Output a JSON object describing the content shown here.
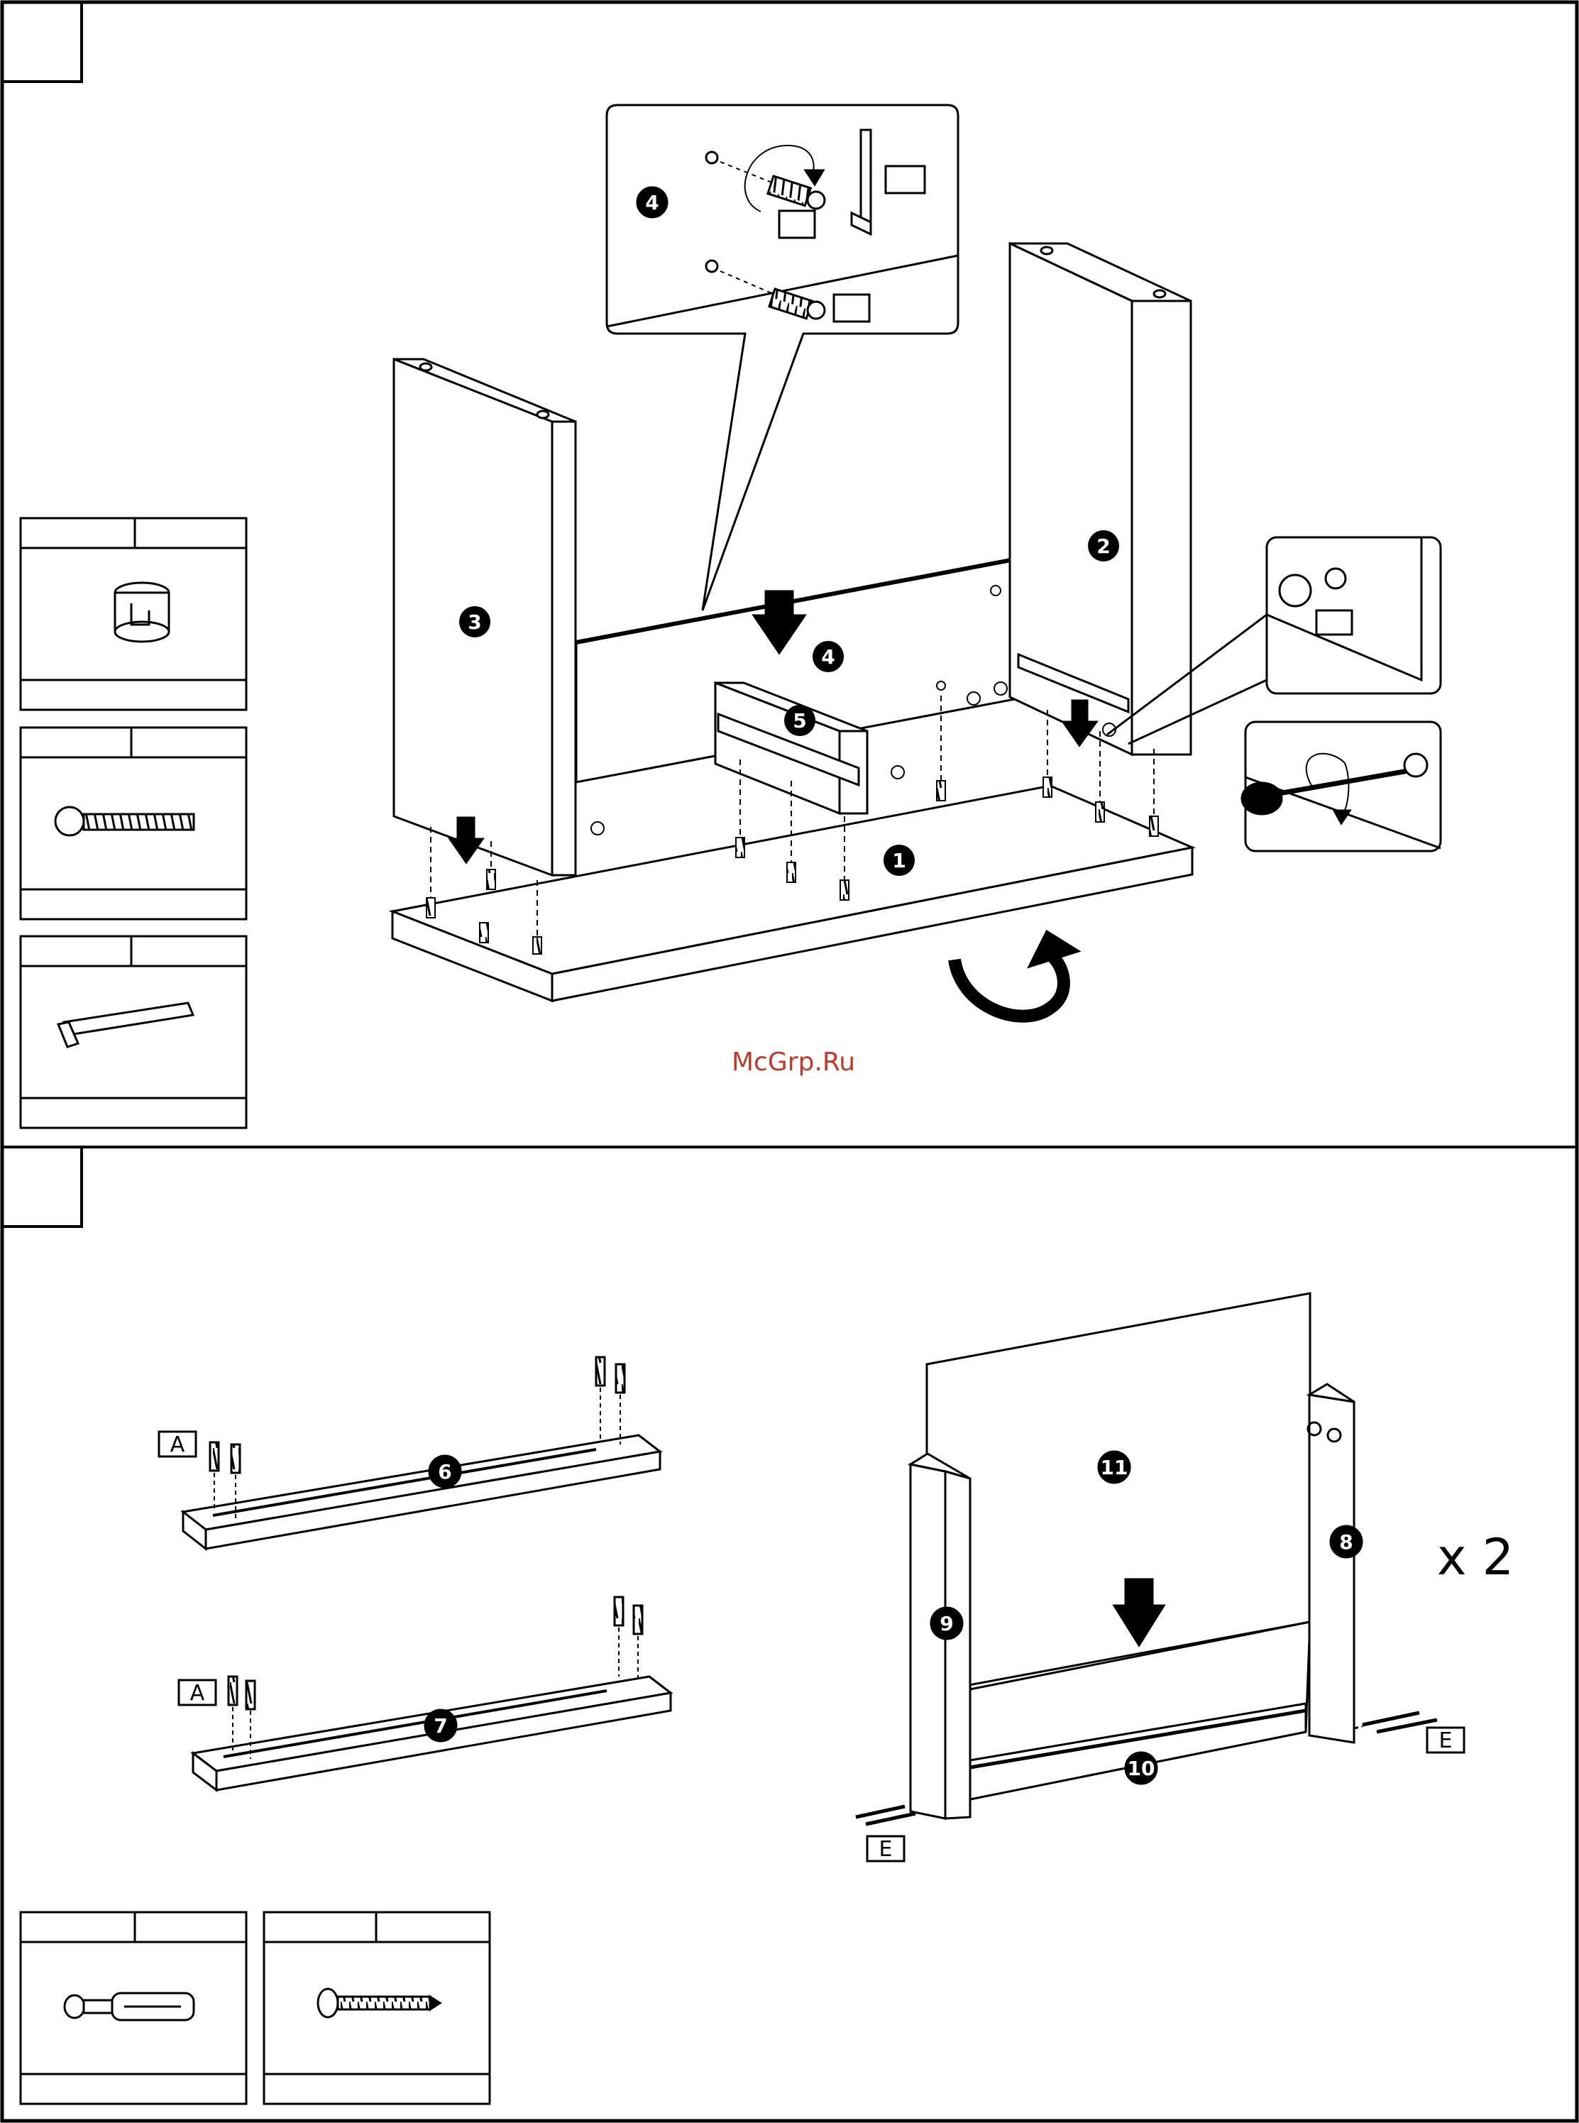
{
  "watermark": "McGrp.Ru",
  "step1": {
    "callouts": [
      "1",
      "2",
      "3",
      "4",
      "5"
    ],
    "detail_callout": "4"
  },
  "step2": {
    "callouts": [
      "6",
      "7",
      "8",
      "9",
      "10",
      "11"
    ],
    "multiplier": "x 2",
    "letter_a": "A",
    "letter_e": "E"
  },
  "icons": {
    "cam-lock": "cam-lock-icon",
    "cam-bolt": "cam-bolt-icon",
    "hex-key": "hex-key-icon",
    "dowel-bolt": "dowel-bolt-icon",
    "wood-screw": "wood-screw-icon"
  }
}
